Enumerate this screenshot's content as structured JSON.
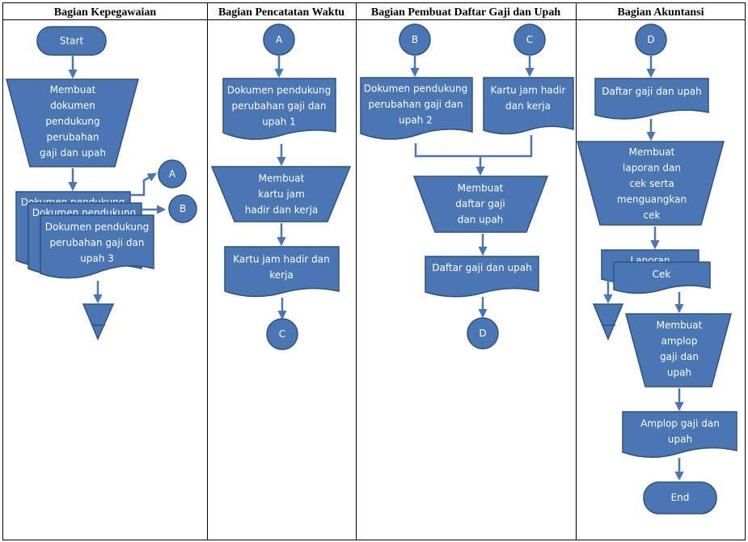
{
  "lanes": [
    "Bagian Kepegawaian",
    "Bagian Pencatatan Waktu",
    "Bagian Pembuat Daftar Gaji dan Upah",
    "Bagian Akuntansi"
  ],
  "nodes": {
    "start": [
      "Start"
    ],
    "kp_proc": [
      "Membuat",
      "dokumen",
      "pendukung",
      "perubahan",
      "gaji dan upah"
    ],
    "kp_doc1": [
      "Dokumen pendukung"
    ],
    "kp_doc2": [
      "Dokumen pendukung"
    ],
    "kp_doc3": [
      "Dokumen pendukung",
      "perubahan gaji dan",
      "upah 3"
    ],
    "kp_conn_a": [
      "A"
    ],
    "kp_conn_b": [
      "B"
    ],
    "pw_conn_a": [
      "A"
    ],
    "pw_doc": [
      "Dokumen pendukung",
      "perubahan gaji dan",
      "upah 1"
    ],
    "pw_proc": [
      "Membuat",
      "kartu jam",
      "hadir dan kerja"
    ],
    "pw_kartu": [
      "Kartu jam hadir dan",
      "kerja"
    ],
    "pw_conn_c": [
      "C"
    ],
    "pd_conn_b": [
      "B"
    ],
    "pd_conn_c": [
      "C"
    ],
    "pd_doc": [
      "Dokumen pendukung",
      "perubahan gaji dan",
      "upah 2"
    ],
    "pd_kartu": [
      "Kartu jam hadir",
      "dan kerja"
    ],
    "pd_proc": [
      "Membuat",
      "daftar gaji",
      "dan upah"
    ],
    "pd_daftar": [
      "Daftar gaji dan upah"
    ],
    "pd_conn_d": [
      "D"
    ],
    "ak_conn_d": [
      "D"
    ],
    "ak_daftar": [
      "Daftar gaji dan upah"
    ],
    "ak_proc1": [
      "Membuat",
      "laporan dan",
      "cek serta",
      "menguangkan",
      "cek"
    ],
    "ak_laporan": [
      "Laporan"
    ],
    "ak_cek": [
      "Cek"
    ],
    "ak_proc2": [
      "Membuat",
      "amplop",
      "gaji dan",
      "upah"
    ],
    "ak_amplop": [
      "Amplop gaji dan",
      "upah"
    ],
    "end": [
      "End"
    ]
  },
  "colors": {
    "shape_fill": "#4a76b4",
    "shape_stroke": "#2e5180",
    "connector": "#4a76b4",
    "text": "#ffffff"
  }
}
